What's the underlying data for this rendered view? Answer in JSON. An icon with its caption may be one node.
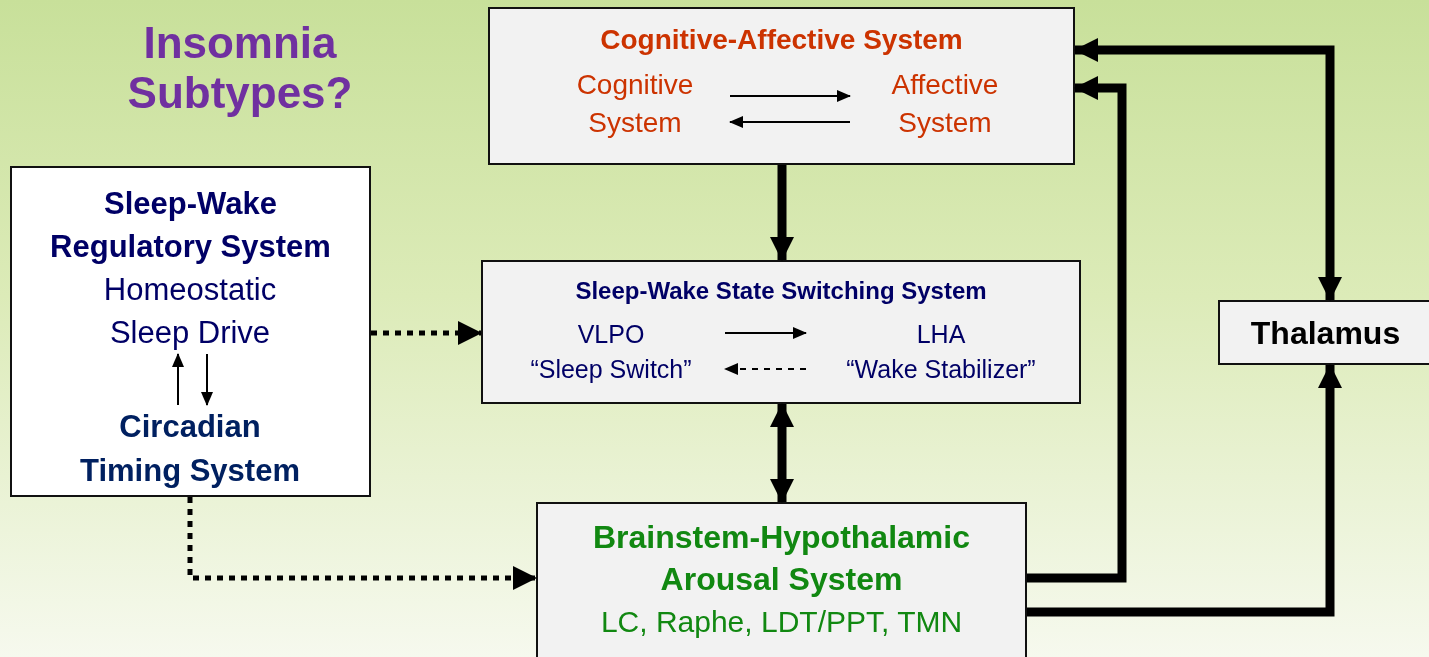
{
  "diagram": {
    "title": "Insomnia Subtypes?",
    "nodes": [
      {
        "text": [
          "Cognitive-Affective System"
        ]
      },
      {
        "text": [
          "Cognitive System"
        ],
        "in": 0
      },
      {
        "text": [
          "Affective System"
        ],
        "in": 0
      },
      {
        "text": [
          "Sleep-Wake Regulatory System"
        ]
      },
      {
        "text": [
          "Homeostatic Sleep Drive"
        ],
        "in": 3
      },
      {
        "text": [
          "Circadian Timing System"
        ],
        "in": 3
      },
      {
        "text": [
          "Sleep-Wake State Switching System"
        ]
      },
      {
        "text": [
          "VLPO",
          "“Sleep Switch”"
        ],
        "in": 6
      },
      {
        "text": [
          "LHA",
          "“Wake Stabilizer”"
        ],
        "in": 6
      },
      {
        "text": [
          "Brainstem-Hypothalamic Arousal System",
          "LC, Raphe, LDT/PPT, TMN"
        ]
      },
      {
        "text": [
          "Thalamus"
        ]
      }
    ],
    "edges": [
      {
        "from": 1,
        "to": 2,
        "arrow": "to"
      },
      {
        "from": 2,
        "to": 1,
        "arrow": "to"
      },
      {
        "from": 5,
        "to": 4,
        "arrow": "to"
      },
      {
        "from": 4,
        "to": 5,
        "arrow": "to"
      },
      {
        "from": 7,
        "to": 8,
        "arrow": "to"
      },
      {
        "from": 8,
        "to": 7,
        "arrow": "to",
        "style": "dashed"
      },
      {
        "from": 0,
        "to": 6,
        "arrow": "to",
        "style": "thick"
      },
      {
        "from": 3,
        "to": 6,
        "arrow": "to",
        "style": "dashed"
      },
      {
        "from": 6,
        "to": 9,
        "arrow": "both",
        "style": "thick"
      },
      {
        "from": 3,
        "to": 9,
        "arrow": "to",
        "style": "dashed"
      },
      {
        "from": 9,
        "to": 0,
        "arrow": "to",
        "style": "thick"
      },
      {
        "from": 9,
        "to": 10,
        "arrow": "to",
        "style": "thick"
      },
      {
        "from": 10,
        "to": 0,
        "arrow": "both",
        "style": "thick"
      }
    ]
  }
}
